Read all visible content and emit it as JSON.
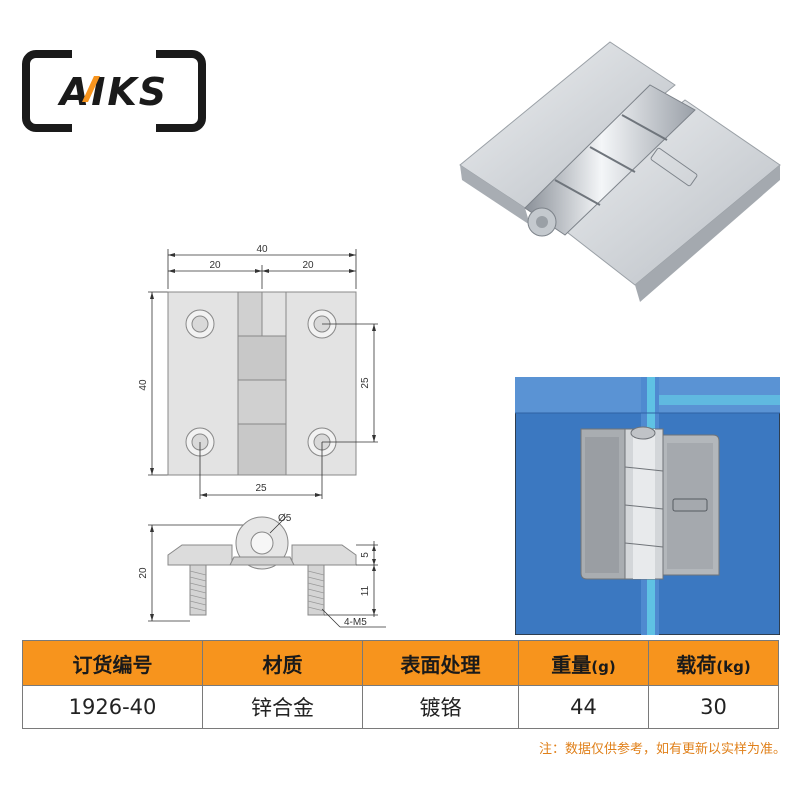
{
  "brand": {
    "logo_text": "AIKS"
  },
  "drawing": {
    "dims": {
      "total_width": "40",
      "half_left": "20",
      "half_right": "20",
      "height": "40",
      "hole_vertical": "25",
      "hole_horizontal": "25",
      "pin_diameter": "Ø5",
      "side_height": "20",
      "plate_thickness": "5",
      "screw_length": "11",
      "screw_spec": "4-M5"
    }
  },
  "spec_table": {
    "headers": [
      {
        "label": "订货编号",
        "unit": ""
      },
      {
        "label": "材质",
        "unit": ""
      },
      {
        "label": "表面处理",
        "unit": ""
      },
      {
        "label": "重量",
        "unit": "(g)"
      },
      {
        "label": "载荷",
        "unit": "(kg)"
      }
    ],
    "row": [
      "1926-40",
      "锌合金",
      "镀铬",
      "44",
      "30"
    ]
  },
  "note": "注：数据仅供参考，如有更新以实样为准。",
  "colors": {
    "header_bg": "#f7941d",
    "note": "#e0801a",
    "panel_blue": "#3a78c2"
  }
}
